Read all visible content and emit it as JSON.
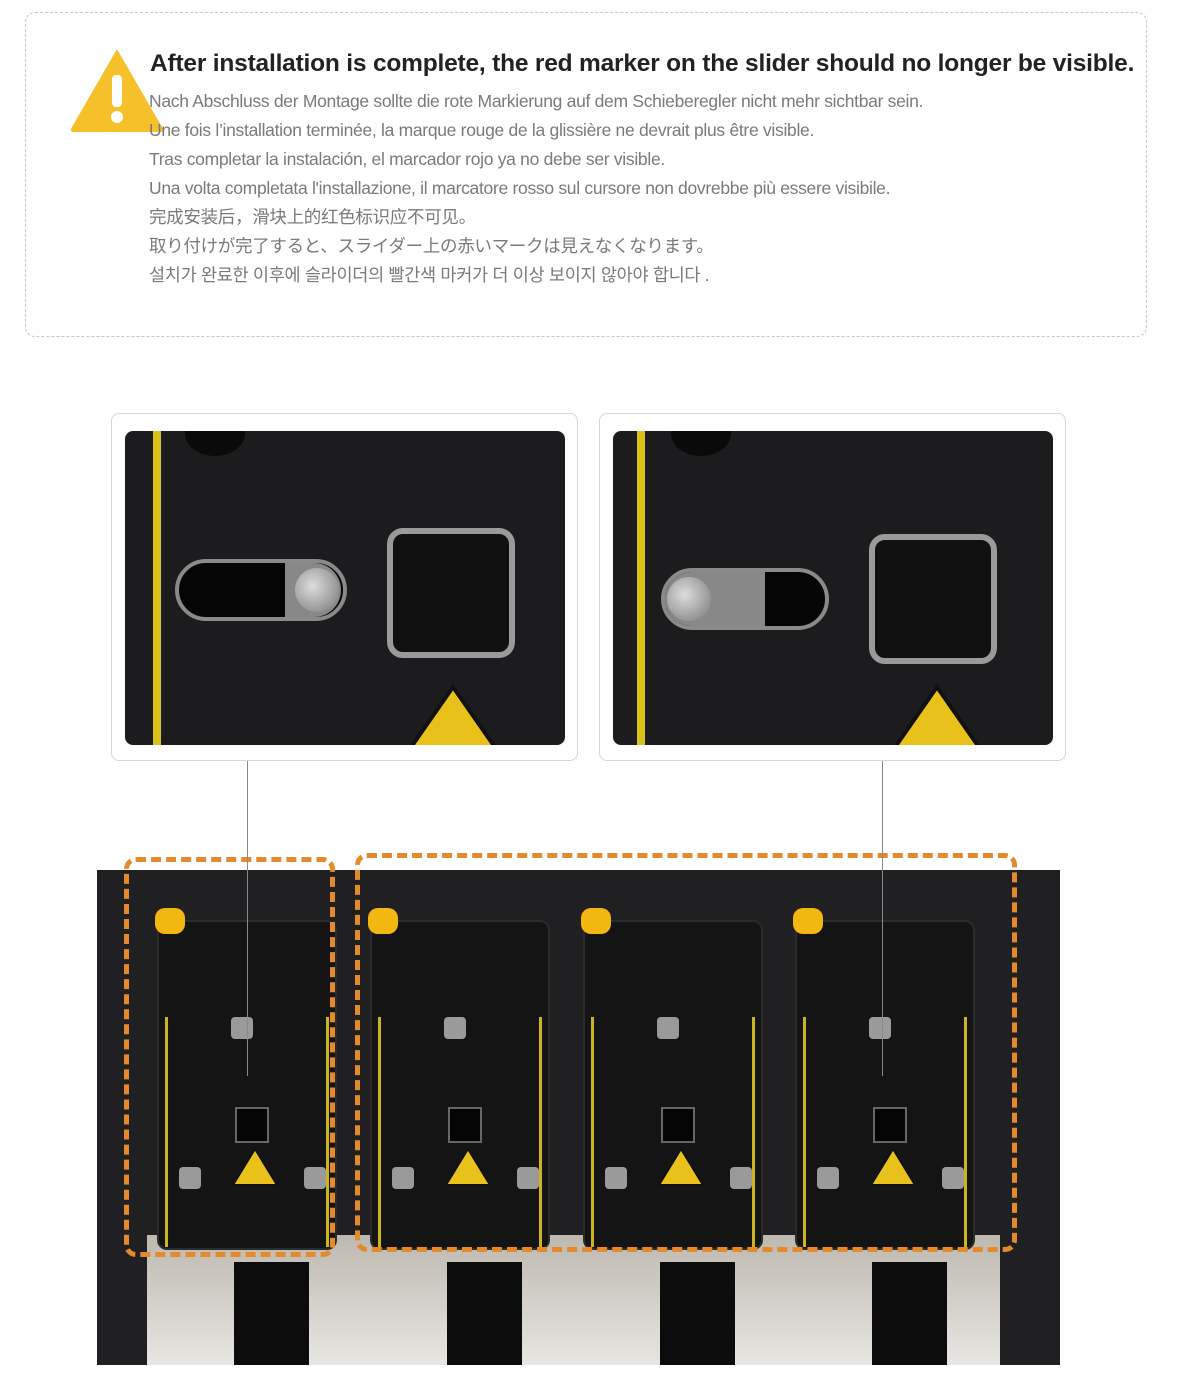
{
  "notice": {
    "icon": "warning-triangle-icon",
    "title": "After installation is complete, the red marker on the slider should no longer be visible.",
    "translations": [
      "Nach Abschluss der Montage sollte die rote Markierung auf dem Schieberegler nicht mehr sichtbar sein.",
      "Une fois l’installation terminée, la marque rouge de la glissière ne devrait plus être visible.",
      "Tras completar la instalación, el marcador rojo ya no debe ser visible.",
      "Una volta completata l'installazione, il marcatore rosso sul cursore non dovrebbe più essere visibile.",
      "完成安装后，滑块上的红色标识应不可见。",
      "取り付けが完了すると、スライダー上の赤いマークは見えなくなります。",
      "설치가 완료한 이후에 슬라이더의 빨간색 마커가 더 이상 보이지 않아야 합니다 ."
    ]
  },
  "colors": {
    "warning": "#f5c02a",
    "highlight": "#e58a2c",
    "text": "#7a7a7a"
  }
}
